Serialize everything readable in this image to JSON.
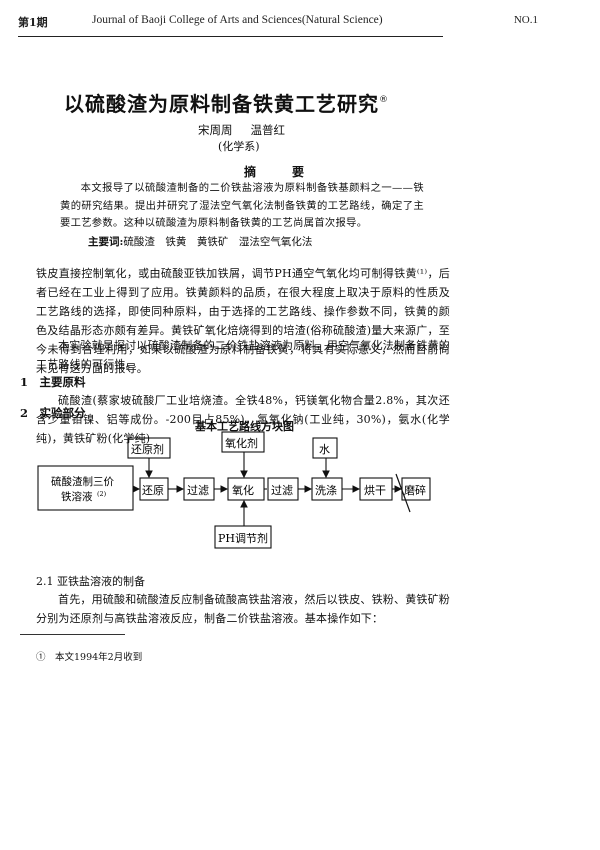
{
  "header": {
    "left": "第1期",
    "center": "Journal of Baoji College of Arts and Sciences(Natural Science)",
    "right": "NO.1"
  },
  "title": "以硫酸渣为原料制备铁黄工艺研究",
  "title_mark": "®",
  "authors": [
    "宋周周",
    "温普红"
  ],
  "affiliation": "(化学系)",
  "abstract": {
    "heading": "摘　要",
    "text": "本文报导了以硫酸渣制备的二价铁盐溶液为原料制备铁基颜料之一——铁黄的研究结果。提出并研究了湿法空气氧化法制备铁黄的工艺路线，确定了主要工艺参数。这种以硫酸渣为原料制备铁黄的工艺尚属首次报导。",
    "keywords_label": "主要词:",
    "keywords": "硫酸渣　铁黄　黄铁矿　湿法空气氧化法"
  },
  "intro": {
    "p1": "铁皮直接控制氧化，或由硫酸亚铁加铁屑，调节PH通空气氧化均可制得铁黄⁽¹⁾，后者已经在工业上得到了应用。铁黄颜料的品质，在很大程度上取决于原料的性质及工艺路线的选择，即使同种原料，由于选择的工艺路线、操作参数不同，铁黄的颜色及结晶形态亦颇有差异。黄铁矿氧化焙烧得到的培渣(俗称硫酸渣)量大来源广，至今未得到合理利用，如果以硫酸渣为原料制备铁黄，将具有实际意义，然而目前尚未见有这方面的报导。",
    "p2": "本实验就是探讨以硫酸渣制备的二价铁盐溶液为原料，用空气氧化法制备铁黄的工艺路线的可行性。"
  },
  "section1": {
    "heading": "1　主要原料",
    "text": "硫酸渣(蔡家坡硫酸厂工业培烧渣。全铁48%，钙镁氧化物合量2.8%，其次还含少量钼镍、铝等成份。-200目占85%)，氢氧化钠(工业纯，30%)，氨水(化学纯)，黄铁矿粉(化学纯)"
  },
  "section2": {
    "heading": "2　实验部分",
    "diagram_title": "基本工艺路线方块图"
  },
  "diagram": {
    "start_label_line1": "硫酸渣制三价",
    "start_label_line2": "铁溶液",
    "start_ref": "(2)",
    "steps": [
      "还原",
      "过滤",
      "氧化",
      "过滤",
      "洗涤",
      "烘干",
      "磨碎"
    ],
    "inputs": {
      "reductant": "还原剂",
      "oxidant": "氧化剂",
      "water": "水",
      "ph_adjuster": "PH调节剂"
    }
  },
  "subsection21": {
    "heading": "2.1 亚铁盐溶液的制备",
    "text": "首先，用硫酸和硫酸渣反应制备硫酸高铁盐溶液，然后以铁皮、铁粉、黄铁矿粉分别为还原剂与高铁盐溶液反应，制备二价铁盐溶液。基本操作如下："
  },
  "footnote": "①　本文1994年2月收到"
}
